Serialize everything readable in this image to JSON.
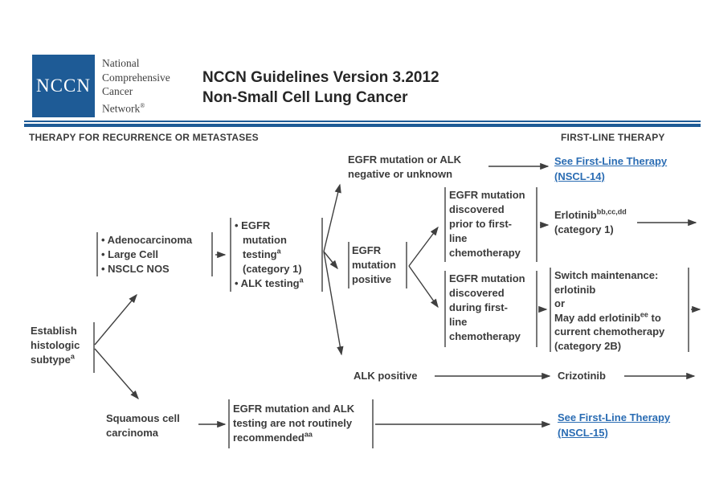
{
  "header": {
    "logo_text": "NCCN",
    "org_line1": "National",
    "org_line2": "Comprehensive",
    "org_line3": "Cancer",
    "org_line4_base": "Network",
    "org_line4_sup": "®",
    "title_line1": "NCCN Guidelines Version 3.2012",
    "title_line2": "Non-Small Cell Lung Cancer"
  },
  "section": {
    "left_header": "THERAPY FOR RECURRENCE OR METASTASES",
    "right_header": "FIRST-LINE THERAPY"
  },
  "colors": {
    "brand_blue": "#1e5b96",
    "link_blue": "#2a6cb3",
    "text_gray": "#3b3b3b"
  },
  "flow": {
    "establish": {
      "l1": "Establish",
      "l2": "histologic",
      "l3_base": "subtype",
      "l3_sup": "a"
    },
    "adeno": {
      "lines": [
        "• Adenocarcinoma",
        "• Large Cell",
        "• NSCLC NOS"
      ]
    },
    "testing": {
      "l1": "• EGFR",
      "l2": "mutation",
      "l3_base": "testing",
      "l3_sup": "a",
      "l4": "(category 1)",
      "l5_base": "• ALK testing",
      "l5_sup": "a"
    },
    "egfr_alk_negative": {
      "lines": [
        "EGFR mutation or ALK",
        "negative or unknown"
      ]
    },
    "egfr_positive": {
      "lines": [
        "EGFR",
        "mutation",
        "positive"
      ]
    },
    "prior": {
      "lines": [
        "EGFR mutation",
        "discovered",
        "prior to first-",
        "line",
        "chemotherapy"
      ]
    },
    "during": {
      "lines": [
        "EGFR mutation",
        "discovered",
        "during first-",
        "line",
        "chemotherapy"
      ]
    },
    "erlotinib": {
      "l1_base": "Erlotinib",
      "l1_sup": "bb,cc,dd",
      "l2": "(category 1)"
    },
    "switch_maintenance": {
      "l1": "Switch maintenance:",
      "l2": "erlotinib",
      "l3": "or",
      "l4_base": "May add erlotinib",
      "l4_sup": "ee",
      "l4_tail": " to",
      "l5": "current chemotherapy",
      "l6": "(category 2B)"
    },
    "alk_positive": {
      "label": "ALK positive"
    },
    "crizotinib": {
      "label": "Crizotinib"
    },
    "squamous": {
      "lines": [
        "Squamous cell",
        "carcinoma"
      ]
    },
    "not_recommended": {
      "l1": "EGFR mutation and ALK",
      "l2": "testing are not routinely",
      "l3_base": "recommended",
      "l3_sup": "aa"
    },
    "link_nscl14": {
      "line1": "See First-Line Therapy",
      "line2": "(NSCL-14)"
    },
    "link_nscl15": {
      "line1": "See First-Line Therapy",
      "line2": "(NSCL-15)"
    }
  }
}
